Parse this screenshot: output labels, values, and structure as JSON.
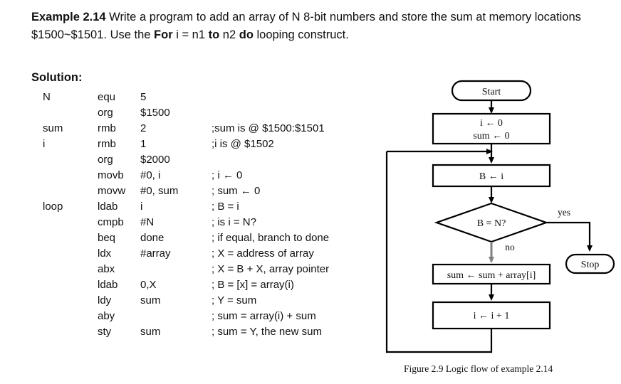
{
  "example": {
    "lead": "Example 2.14",
    "body_part1": " Write a program to add an array of N 8-bit numbers and store the sum at memory locations $1500~$1501. Use the ",
    "bold_for": "For",
    "body_part2": " i = n1 ",
    "bold_to": "to",
    "body_part3": " n2 ",
    "bold_do": "do",
    "body_part4": " looping construct."
  },
  "solution": {
    "heading": "Solution",
    "heading_colon": ":",
    "code": [
      {
        "label": "N",
        "mnemonic": "equ",
        "operand": "5",
        "comment": ""
      },
      {
        "label": "",
        "mnemonic": "org",
        "operand": "$1500",
        "comment": ""
      },
      {
        "label": "sum",
        "mnemonic": "rmb",
        "operand": "2",
        "comment": ";sum is @ $1500:$1501"
      },
      {
        "label": "i",
        "mnemonic": "rmb",
        "operand": "1",
        "comment": ";i is @ $1502"
      },
      {
        "label": "",
        "mnemonic": "org",
        "operand": "$2000",
        "comment": ""
      },
      {
        "label": "",
        "mnemonic": "movb",
        "operand": "#0, i",
        "comment": "; i ← 0"
      },
      {
        "label": "",
        "mnemonic": "movw",
        "operand": "#0, sum",
        "comment": "; sum ← 0"
      },
      {
        "label": "loop",
        "mnemonic": "ldab",
        "operand": "i",
        "comment": "; B = i"
      },
      {
        "label": "",
        "mnemonic": "cmpb",
        "operand": "#N",
        "comment": "; is i = N?"
      },
      {
        "label": "",
        "mnemonic": "beq",
        "operand": "done",
        "comment": "; if equal, branch to done"
      },
      {
        "label": "",
        "mnemonic": "ldx",
        "operand": "#array",
        "comment": "; X = address of array"
      },
      {
        "label": "",
        "mnemonic": "abx",
        "operand": "",
        "comment": "; X = B + X, array pointer"
      },
      {
        "label": "",
        "mnemonic": "ldab",
        "operand": "0,X",
        "comment": "; B = [x] = array(i)"
      },
      {
        "label": "",
        "mnemonic": "ldy",
        "operand": "sum",
        "comment": "; Y = sum"
      },
      {
        "label": "",
        "mnemonic": "aby",
        "operand": "",
        "comment": "; sum = array(i) + sum"
      },
      {
        "label": "",
        "mnemonic": "sty",
        "operand": "sum",
        "comment": "; sum = Y, the new sum"
      }
    ]
  },
  "flowchart": {
    "nodes": {
      "start": "Start",
      "init_line1": "i ← 0",
      "init_line2": "sum ← 0",
      "load_b": "B ← i",
      "decision": "B = N?",
      "accumulate": "sum ← sum + array[i]",
      "increment": "i ← i + 1",
      "stop": "Stop"
    },
    "edge_labels": {
      "yes": "yes",
      "no": "no"
    },
    "colors": {
      "stroke": "#000000",
      "no_arrow": "#808080",
      "text": "#111111"
    }
  },
  "figure": {
    "caption": "Figure 2.9 Logic flow of example 2.14"
  }
}
